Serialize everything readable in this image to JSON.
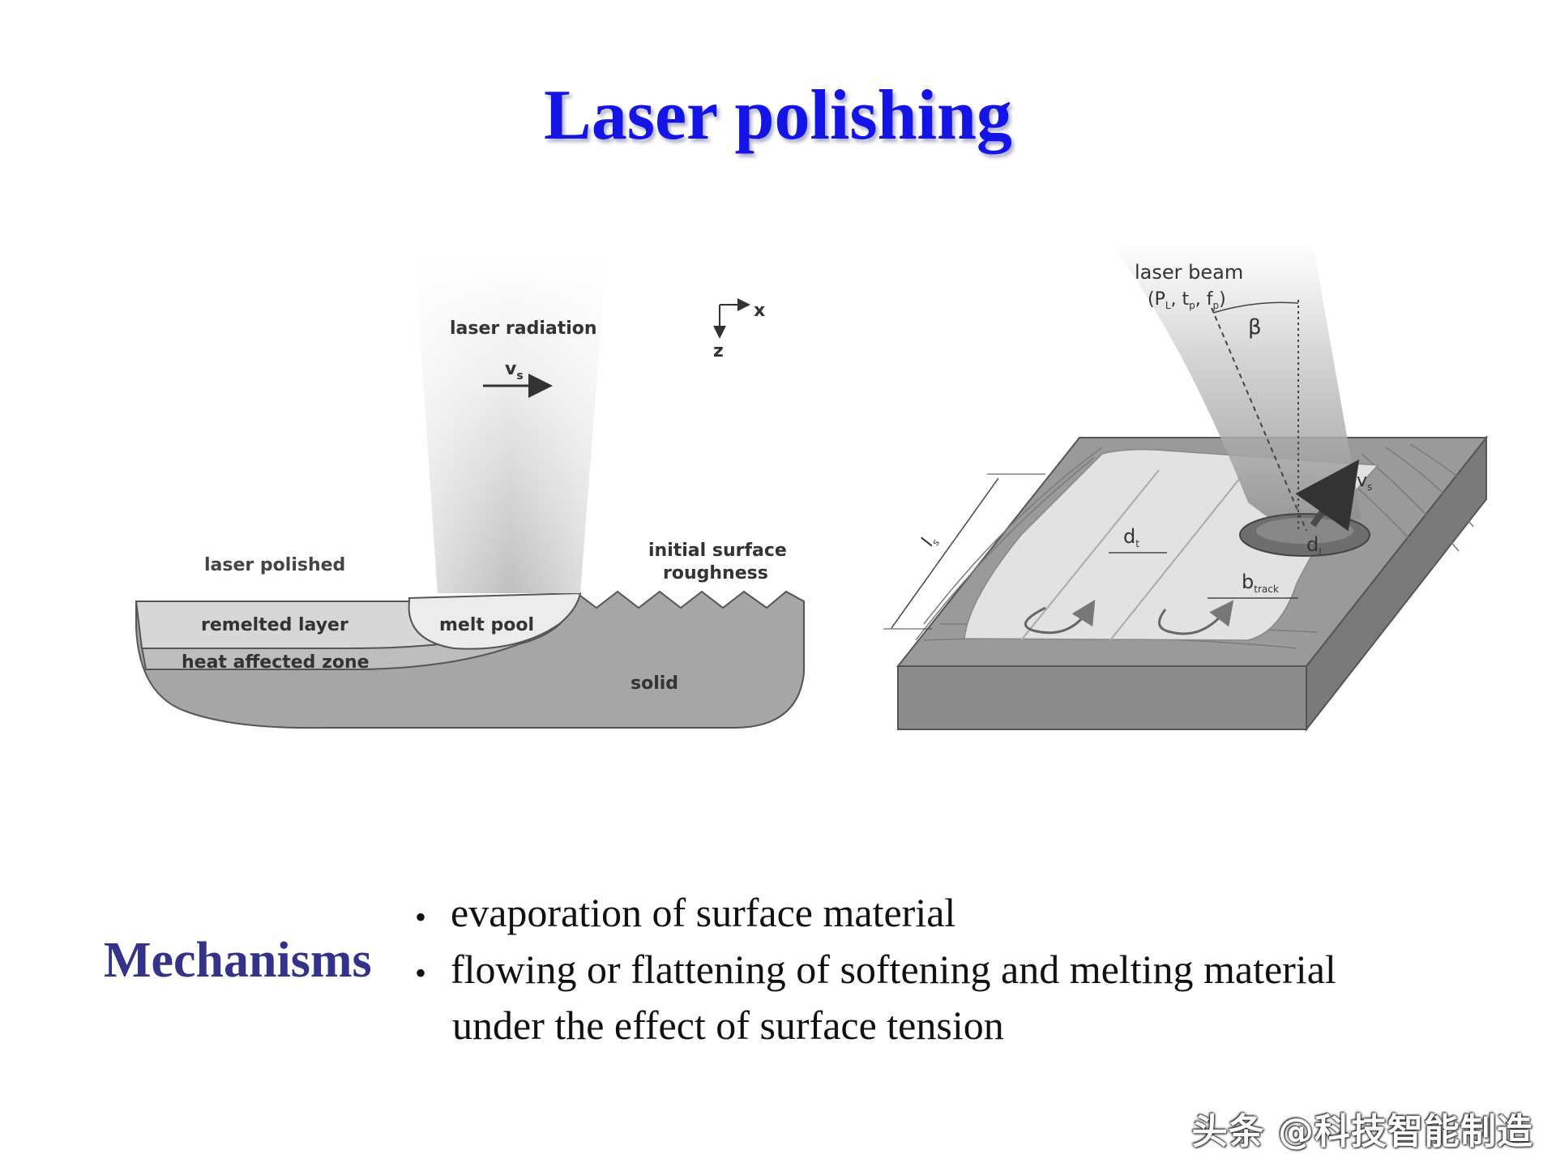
{
  "slide": {
    "title": "Laser polishing"
  },
  "left_diagram": {
    "laser_radiation": "laser radiation",
    "velocity": "v",
    "velocity_sub": "s",
    "axis_x": "x",
    "axis_z": "z",
    "laser_polished": "laser polished",
    "initial_surface_line1": "initial surface",
    "initial_surface_line2": "roughness",
    "remelted_layer": "remelted layer",
    "melt_pool": "melt pool",
    "heat_affected_zone": "heat affected zone",
    "solid": "solid"
  },
  "right_diagram": {
    "laser_beam": "laser beam",
    "params_open": "(P",
    "params_sub_l": "L",
    "params_mid1": ", t",
    "params_sub_p": "p",
    "params_mid2": ", f",
    "params_sub_r": "p",
    "params_close": ")",
    "beta": "β",
    "velocity": "v",
    "velocity_sub": "s",
    "ls": "l",
    "ls_sub": "s",
    "dt": "d",
    "dt_sub": "t",
    "dl": "d",
    "dl_sub": "l",
    "btrack": "b",
    "btrack_sub": "track"
  },
  "mechanisms": {
    "heading": "Mechanisms",
    "bullet_symbol": "•",
    "item1": "evaporation of surface material",
    "item2_line1": "flowing or flattening of softening and melting material",
    "item2_line2": "under the effect of surface tension"
  },
  "watermark": "头条 @科技智能制造"
}
